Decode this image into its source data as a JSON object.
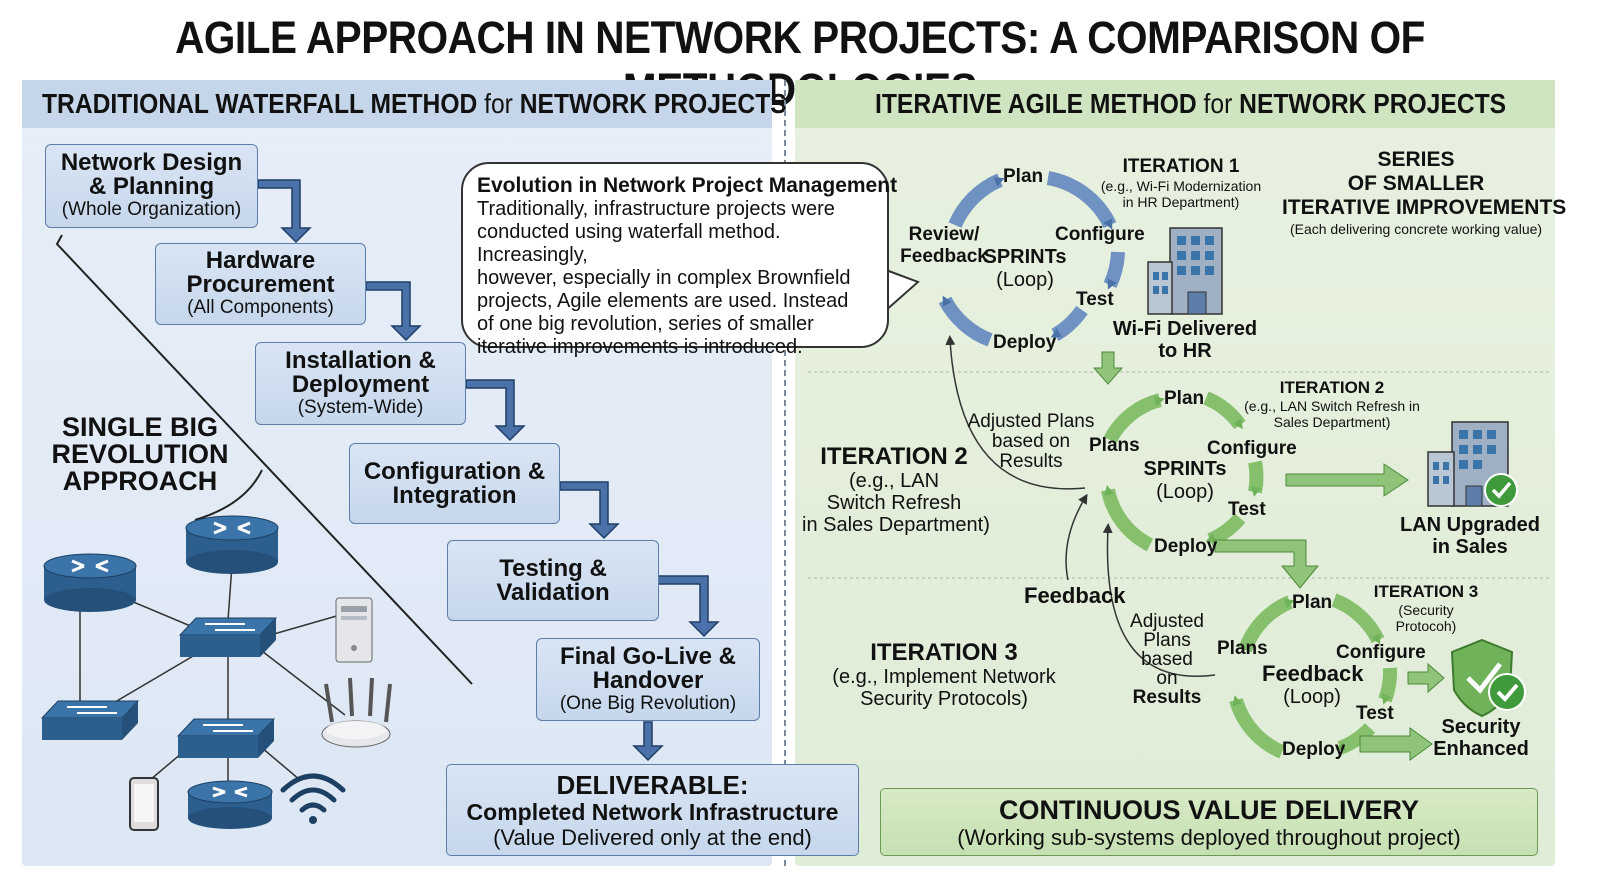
{
  "title": "AGILE APPROACH IN NETWORK PROJECTS: A COMPARISON OF METHODOLOGIES",
  "left": {
    "header_bold1": "TRADITIONAL WATERFALL METHOD",
    "header_light": "for",
    "header_bold2": "NETWORK PROJECTS",
    "steps": [
      {
        "title1": "Network Design",
        "title2": "& Planning",
        "sub": "(Whole Organization)"
      },
      {
        "title1": "Hardware",
        "title2": "Procurement",
        "sub": "(All Components)"
      },
      {
        "title1": "Installation &",
        "title2": "Deployment",
        "sub": "(System-Wide)"
      },
      {
        "title1": "Configuration &",
        "title2": "Integration",
        "sub": ""
      },
      {
        "title1": "Testing &",
        "title2": "Validation",
        "sub": ""
      },
      {
        "title1": "Final Go-Live &",
        "title2": "Handover",
        "sub": "(One Big Revolution)"
      }
    ],
    "single_big": [
      "SINGLE BIG",
      "REVOLUTION",
      "APPROACH"
    ],
    "deliverable": {
      "title": "DELIVERABLE:",
      "subtitle": "Completed Network Infrastructure",
      "note": "(Value Delivered only at the end)"
    }
  },
  "callout": {
    "title": "Evolution in Network Project Management",
    "lines": [
      "Traditionally, infrastructure projects were",
      "conducted using waterfall method. Increasingly,",
      "however, especially in complex Brownfield",
      "projects, Agile elements are used. Instead",
      "of one big revolution, series of smaller",
      "iterative improvements is introduced."
    ]
  },
  "right": {
    "header_bold1": "ITERATIVE AGILE METHOD",
    "header_light": "for",
    "header_bold2": "NETWORK PROJECTS",
    "series": {
      "line1": "SERIES",
      "line2": "OF SMALLER",
      "line3": "ITERATIVE IMPROVEMENTS",
      "note": "(Each delivering concrete working value)"
    },
    "iter1": {
      "label": "ITERATION 1",
      "example1": "(e.g., Wi-Fi Modernization",
      "example2": "in HR Department)",
      "plan": "Plan",
      "configure": "Configure",
      "test": "Test",
      "deploy": "Deploy",
      "review1": "Review/",
      "review2": "Feedback",
      "center1": "SPRINTs",
      "center2": "(Loop)",
      "result1": "Wi-Fi Delivered",
      "result2": "to HR"
    },
    "iter2": {
      "label": "ITERATION 2",
      "example1": "(e.g., LAN Switch Refresh in",
      "example2": "Sales Department)",
      "side_h": "ITERATION 2",
      "side1": "(e.g., LAN",
      "side2": "Switch Refresh",
      "side3": "in Sales Department)",
      "adjusted1": "Adjusted Plans",
      "adjusted2": "based on",
      "adjusted3": "Results",
      "plans": "Plans",
      "plan": "Plan",
      "configure": "Configure",
      "test": "Test",
      "deploy": "Deploy",
      "center1": "SPRINTs",
      "center2": "(Loop)",
      "result1": "LAN Upgraded",
      "result2": "in Sales"
    },
    "feedback": "Feedback",
    "iter3": {
      "label": "ITERATION 3",
      "example1": "(Security",
      "example2": "Protocoh)",
      "side_h": "ITERATION 3",
      "side1": "(e.g., Implement Network",
      "side2": "Security Protocols)",
      "adjusted1": "Adjusted",
      "adjusted2": "Plans",
      "adjusted3": "based",
      "adjusted4": "on",
      "adjusted5": "Results",
      "plans": "Plans",
      "plan": "Plan",
      "configure": "Configure",
      "test": "Test",
      "deploy": "Deploy",
      "center1": "Feedback",
      "center2": "(Loop)",
      "result1": "Security",
      "result2": "Enhanced"
    },
    "cvd": {
      "title": "CONTINUOUS VALUE DELIVERY",
      "note": "(Working sub-systems deployed throughout project)"
    }
  },
  "colors": {
    "waterfall_blue": "#4a72a8",
    "agile_green": "#6fb25a",
    "device_blue": "#2d5f8e",
    "check_green": "#3e9a3a"
  }
}
